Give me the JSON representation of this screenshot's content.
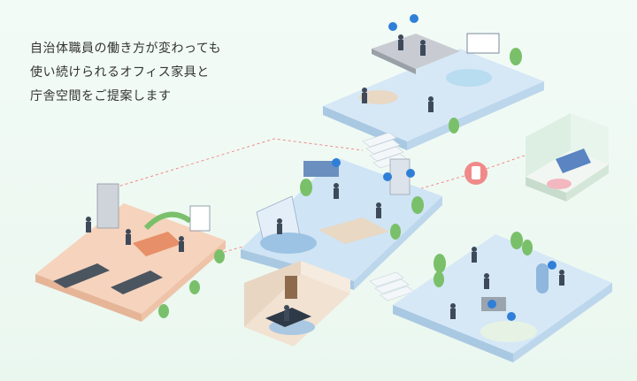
{
  "headline": {
    "lines": [
      "自治体職員の働き方が変わっても",
      "使い続けられるオフィス家具と",
      "庁舎空間をご提案します"
    ]
  },
  "colors": {
    "background": "#eef8f2",
    "floor_blue": "#cfe4f4",
    "floor_peach": "#f6d3bd",
    "floor_green": "#dff3e3",
    "floor_tan": "#f2e2d2",
    "accent_red": "#f08a8a",
    "plant_green": "#7ac06a",
    "stair_white": "#f4f7fa"
  },
  "icons": [
    "isometric-floor-icon",
    "staircase-icon",
    "plant-icon",
    "desk-icon",
    "person-icon",
    "speech-bubble-icon",
    "phone-pin-icon"
  ]
}
